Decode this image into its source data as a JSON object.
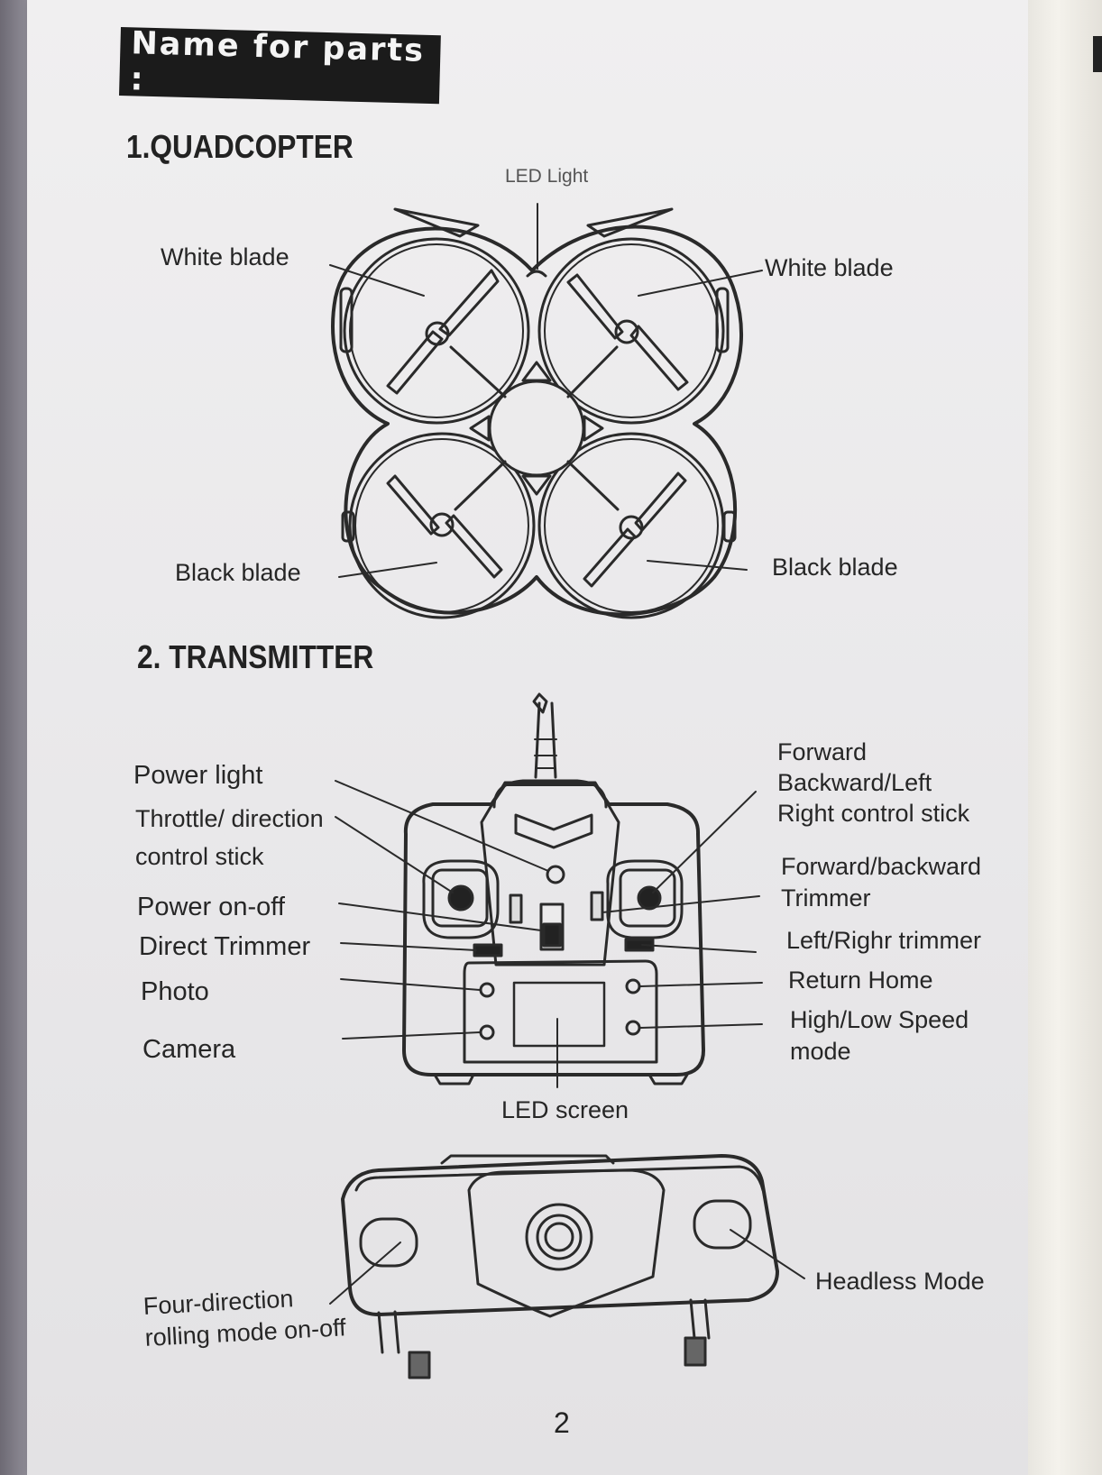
{
  "header": {
    "title": "Name for parts :"
  },
  "sections": {
    "quadcopter": {
      "title": "1.QUADCOPTER",
      "labels": {
        "led_light": "LED Light",
        "white_blade_left": "White blade",
        "white_blade_right": "White blade",
        "black_blade_left": "Black blade",
        "black_blade_right": "Black blade"
      }
    },
    "transmitter": {
      "title": "2. TRANSMITTER",
      "labels": {
        "power_light": "Power light",
        "throttle_stick": "Throttle/ direction\ncontrol stick",
        "power_on_off": "Power on-off",
        "direct_trimmer": "Direct Trimmer",
        "photo": "Photo",
        "camera": "Camera",
        "right_stick": "Forward\nBackward/Left\nRight control stick",
        "fb_trimmer": "Forward/backward\nTrimmer",
        "lr_trimmer": "Left/Righr trimmer",
        "return_home": "Return Home",
        "speed_mode": "High/Low Speed\nmode",
        "led_screen": "LED screen",
        "four_direction": "Four-direction\nrolling mode on-off",
        "headless_mode": "Headless Mode"
      }
    }
  },
  "footer": {
    "page_number": "2"
  }
}
